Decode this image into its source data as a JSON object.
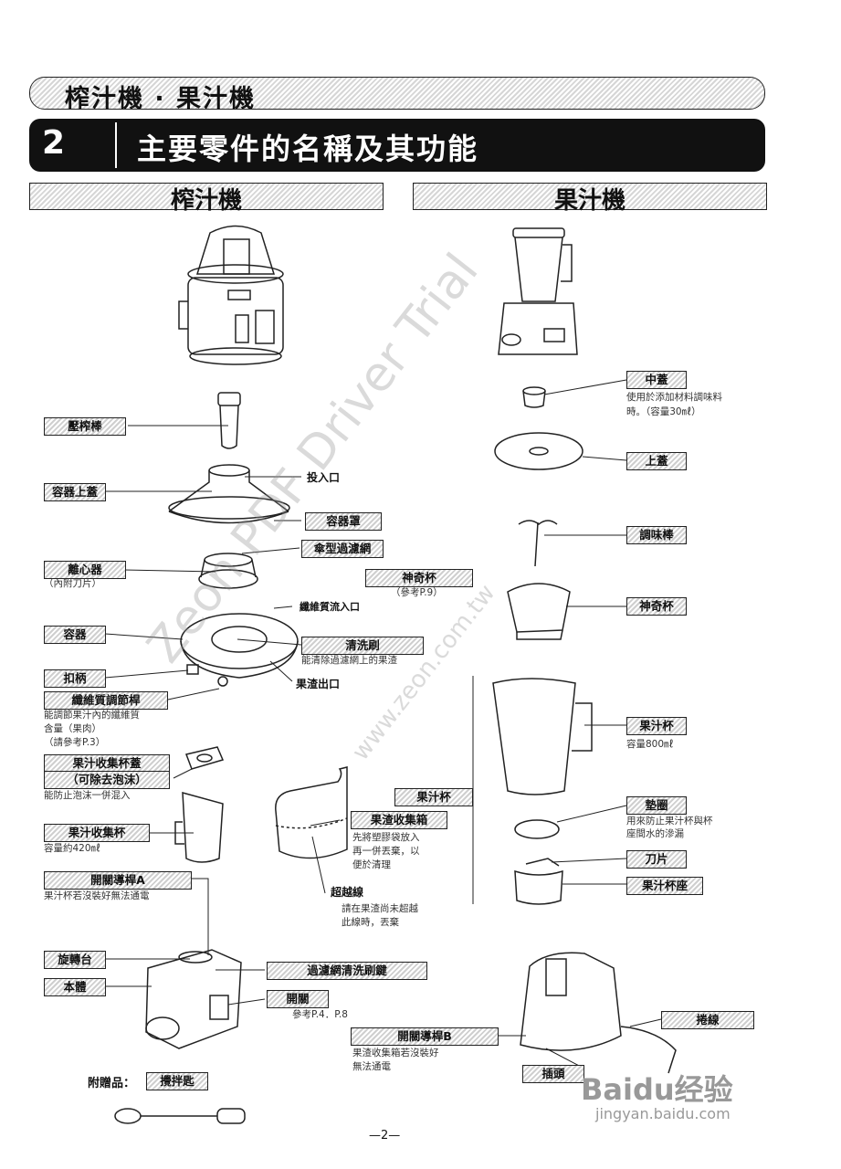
{
  "header": {
    "top_title": "榨汁機 · 果汁機",
    "section_number": "2",
    "section_title": "主要零件的名稱及其功能"
  },
  "columns": {
    "left_title": "榨汁機",
    "right_title": "果汁機"
  },
  "left_labels": {
    "press_rod": "壓榨棒",
    "container_lid": "容器上蓋",
    "inlet": "投入口",
    "container_cover": "容器罩",
    "umbrella_filter": "傘型過濾網",
    "centrifuge": "離心器",
    "centrifuge_note": "（內附刀片）",
    "magic_cup": "神奇杯",
    "magic_cup_note": "（參考P.9）",
    "fiber_inlet": "纖維質流入口",
    "container": "容器",
    "cleaning_brush": "清洗刷",
    "cleaning_brush_note": "能清除過濾網上的果渣",
    "clasp": "扣柄",
    "pulp_outlet": "果渣出口",
    "fiber_lever": "纖維質調節桿",
    "fiber_lever_note1": "能調節果汁內的纖維質",
    "fiber_lever_note2": "含量（果肉）",
    "fiber_lever_note3": "（請參考P.3）",
    "cup_lid_1": "果汁收集杯蓋",
    "cup_lid_2": "（可除去泡沫）",
    "cup_lid_note": "能防止泡沫一併混入",
    "juice_cup": "果汁收集杯",
    "juice_cup_note": "容量約420㎖",
    "pulp_cup_header": "果汁杯",
    "pulp_box": "果渣收集箱",
    "pulp_box_note1": "先將塑膠袋放入",
    "pulp_box_note2": "再一併丟棄，以",
    "pulp_box_note3": "便於清理",
    "overflow_line": "超越線",
    "overflow_note1": "請在果渣尚未超越",
    "overflow_note2": "此線時，丟棄",
    "switch_guide_a": "開關導桿A",
    "switch_guide_a_note": "果汁杯若沒裝好無法通電",
    "turntable": "旋轉台",
    "filter_brush_key": "過濾網清洗刷鍵",
    "body": "本體",
    "switch": "開關",
    "switch_note": "參考P.4．P.8",
    "accessory": "附贈品：",
    "stir_spoon": "攪拌匙"
  },
  "right_labels": {
    "middle_lid": "中蓋",
    "middle_lid_note1": "使用於添加材料調味料",
    "middle_lid_note2": "時。（容量30㎖）",
    "top_lid": "上蓋",
    "stir_rod": "調味棒",
    "magic_cup": "神奇杯",
    "juice_cup": "果汁杯",
    "juice_cup_note": "容量800㎖",
    "gasket": "墊圈",
    "gasket_note1": "用來防止果汁杯與杯",
    "gasket_note2": "座間水的滲漏",
    "blade": "刀片",
    "cup_base": "果汁杯座",
    "cord": "捲線",
    "switch_guide_b": "開關導桿B",
    "switch_guide_b_note1": "果渣收集箱若沒裝好",
    "switch_guide_b_note2": "無法通電",
    "plug": "插頭"
  },
  "footer": {
    "page": "—2—",
    "brand": "Baidu经验",
    "url": "jingyan.baidu.com"
  },
  "watermark": {
    "line1": "Zeon PDF Driver Trial",
    "line2": "www.zeon.com.tw"
  }
}
